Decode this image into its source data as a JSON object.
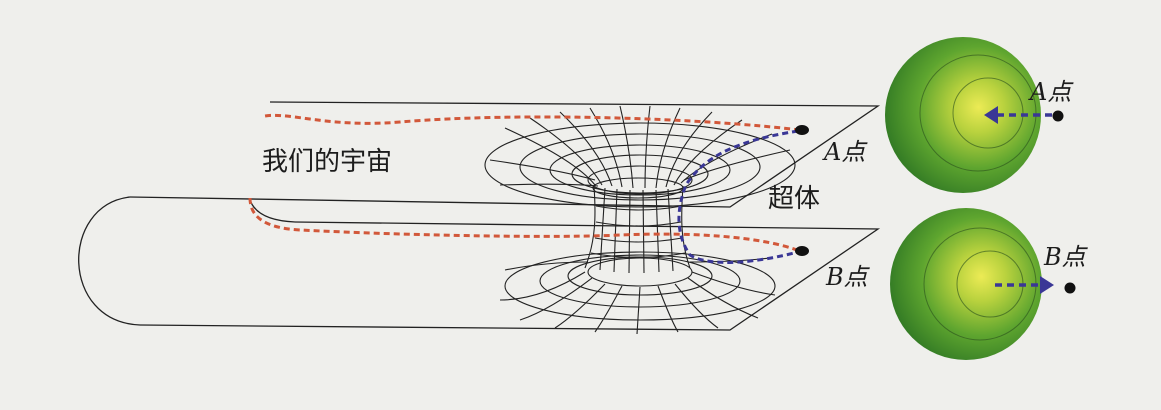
{
  "labels": {
    "our_universe": "我们的宇宙",
    "hyperspace": "超体",
    "point_a_wormhole": "A点",
    "point_b_wormhole": "B点",
    "point_a_sphere": "A点",
    "point_b_sphere": "B点"
  },
  "colors": {
    "background": "#efefec",
    "outline": "#222222",
    "path_red": "#d2583a",
    "arrow_blue": "#3a3796",
    "sphere_outer": "#2f7f25",
    "sphere_inner": "#e6e44a"
  },
  "icons": [
    "wormhole-grid",
    "green-sphere",
    "point-dot",
    "dashed-arrow"
  ]
}
